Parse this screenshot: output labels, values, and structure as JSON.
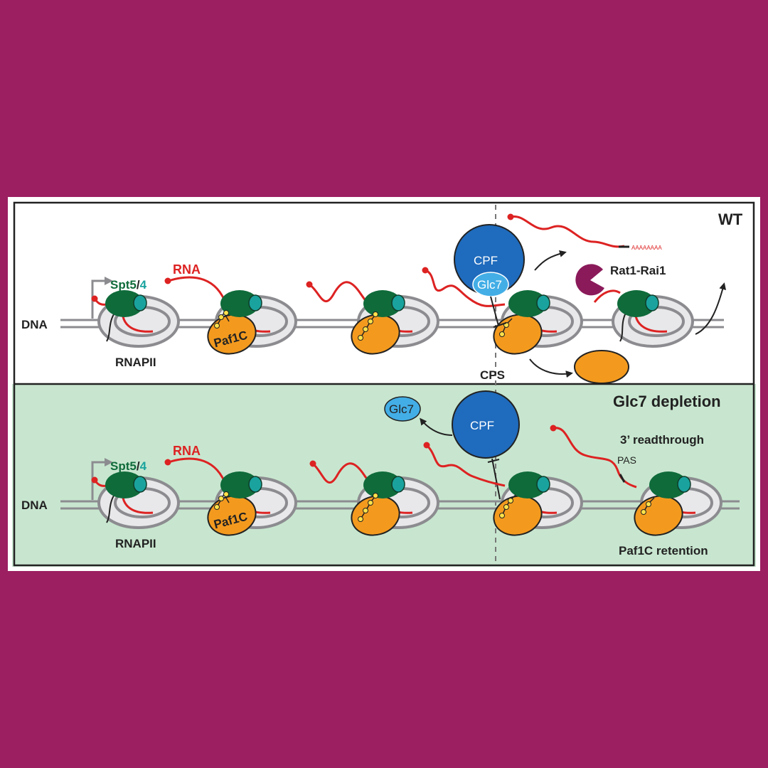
{
  "colors": {
    "background": "#9c1f62",
    "panel_wt": "#ffffff",
    "panel_depletion": "#c8e6cf",
    "border": "#222222",
    "rna": "#dd2222",
    "spt5": "#0f6b3a",
    "spt4": "#1aa39e",
    "paf1c": "#f39a1e",
    "cpf": "#1f6bbd",
    "glc7": "#43aee6",
    "rat1": "#8a1a5a",
    "polymerase_fill": "#e8e8ea",
    "polymerase_outline": "#8c8c90",
    "dna": "#8c8c90",
    "phospho": "#ffe24a"
  },
  "panels": {
    "wt": {
      "title": "WT",
      "dna": "DNA",
      "spt5": "Spt5",
      "slash": "/",
      "spt4": "4",
      "rna": "RNA",
      "rnapii": "RNAPII",
      "paf1c": "Paf1C",
      "cpf": "CPF",
      "glc7": "Glc7",
      "rat1": "Rat1-Rai1",
      "polya": "AAAAAAAA",
      "cps": "CPS"
    },
    "depletion": {
      "title": "Glc7 depletion",
      "dna": "DNA",
      "spt5": "Spt5",
      "slash": "/",
      "spt4": "4",
      "rna": "RNA",
      "rnapii": "RNAPII",
      "paf1c": "Paf1C",
      "cpf": "CPF",
      "glc7": "Glc7",
      "readthrough": "3’ readthrough",
      "pas": "PAS",
      "retention": "Paf1C retention"
    }
  }
}
